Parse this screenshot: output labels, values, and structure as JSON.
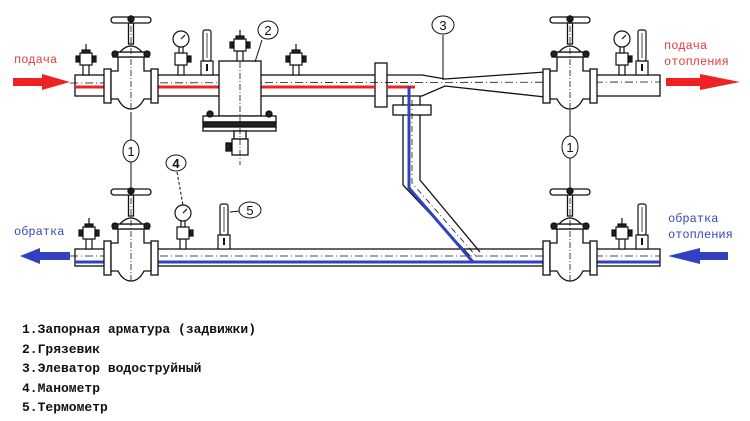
{
  "flows": {
    "supply_in": "подача",
    "supply_out_line1": "подача",
    "supply_out_line2": "отопления",
    "return_out": "обратка",
    "return_in_line1": "обратка",
    "return_in_line2": "отопления"
  },
  "callouts": {
    "valve_left": "1",
    "valve_right": "1",
    "mud_trap": "2",
    "elevator": "3",
    "manometer": "4",
    "thermometer": "5"
  },
  "legend": [
    "1.Запорная арматура (задвижки)",
    "2.Грязевик",
    "3.Элеватор водоструйный",
    "4.Манометр",
    "5.Термометр"
  ],
  "colors": {
    "supply": "#ee2222",
    "return": "#3340c0",
    "line": "#111111"
  }
}
